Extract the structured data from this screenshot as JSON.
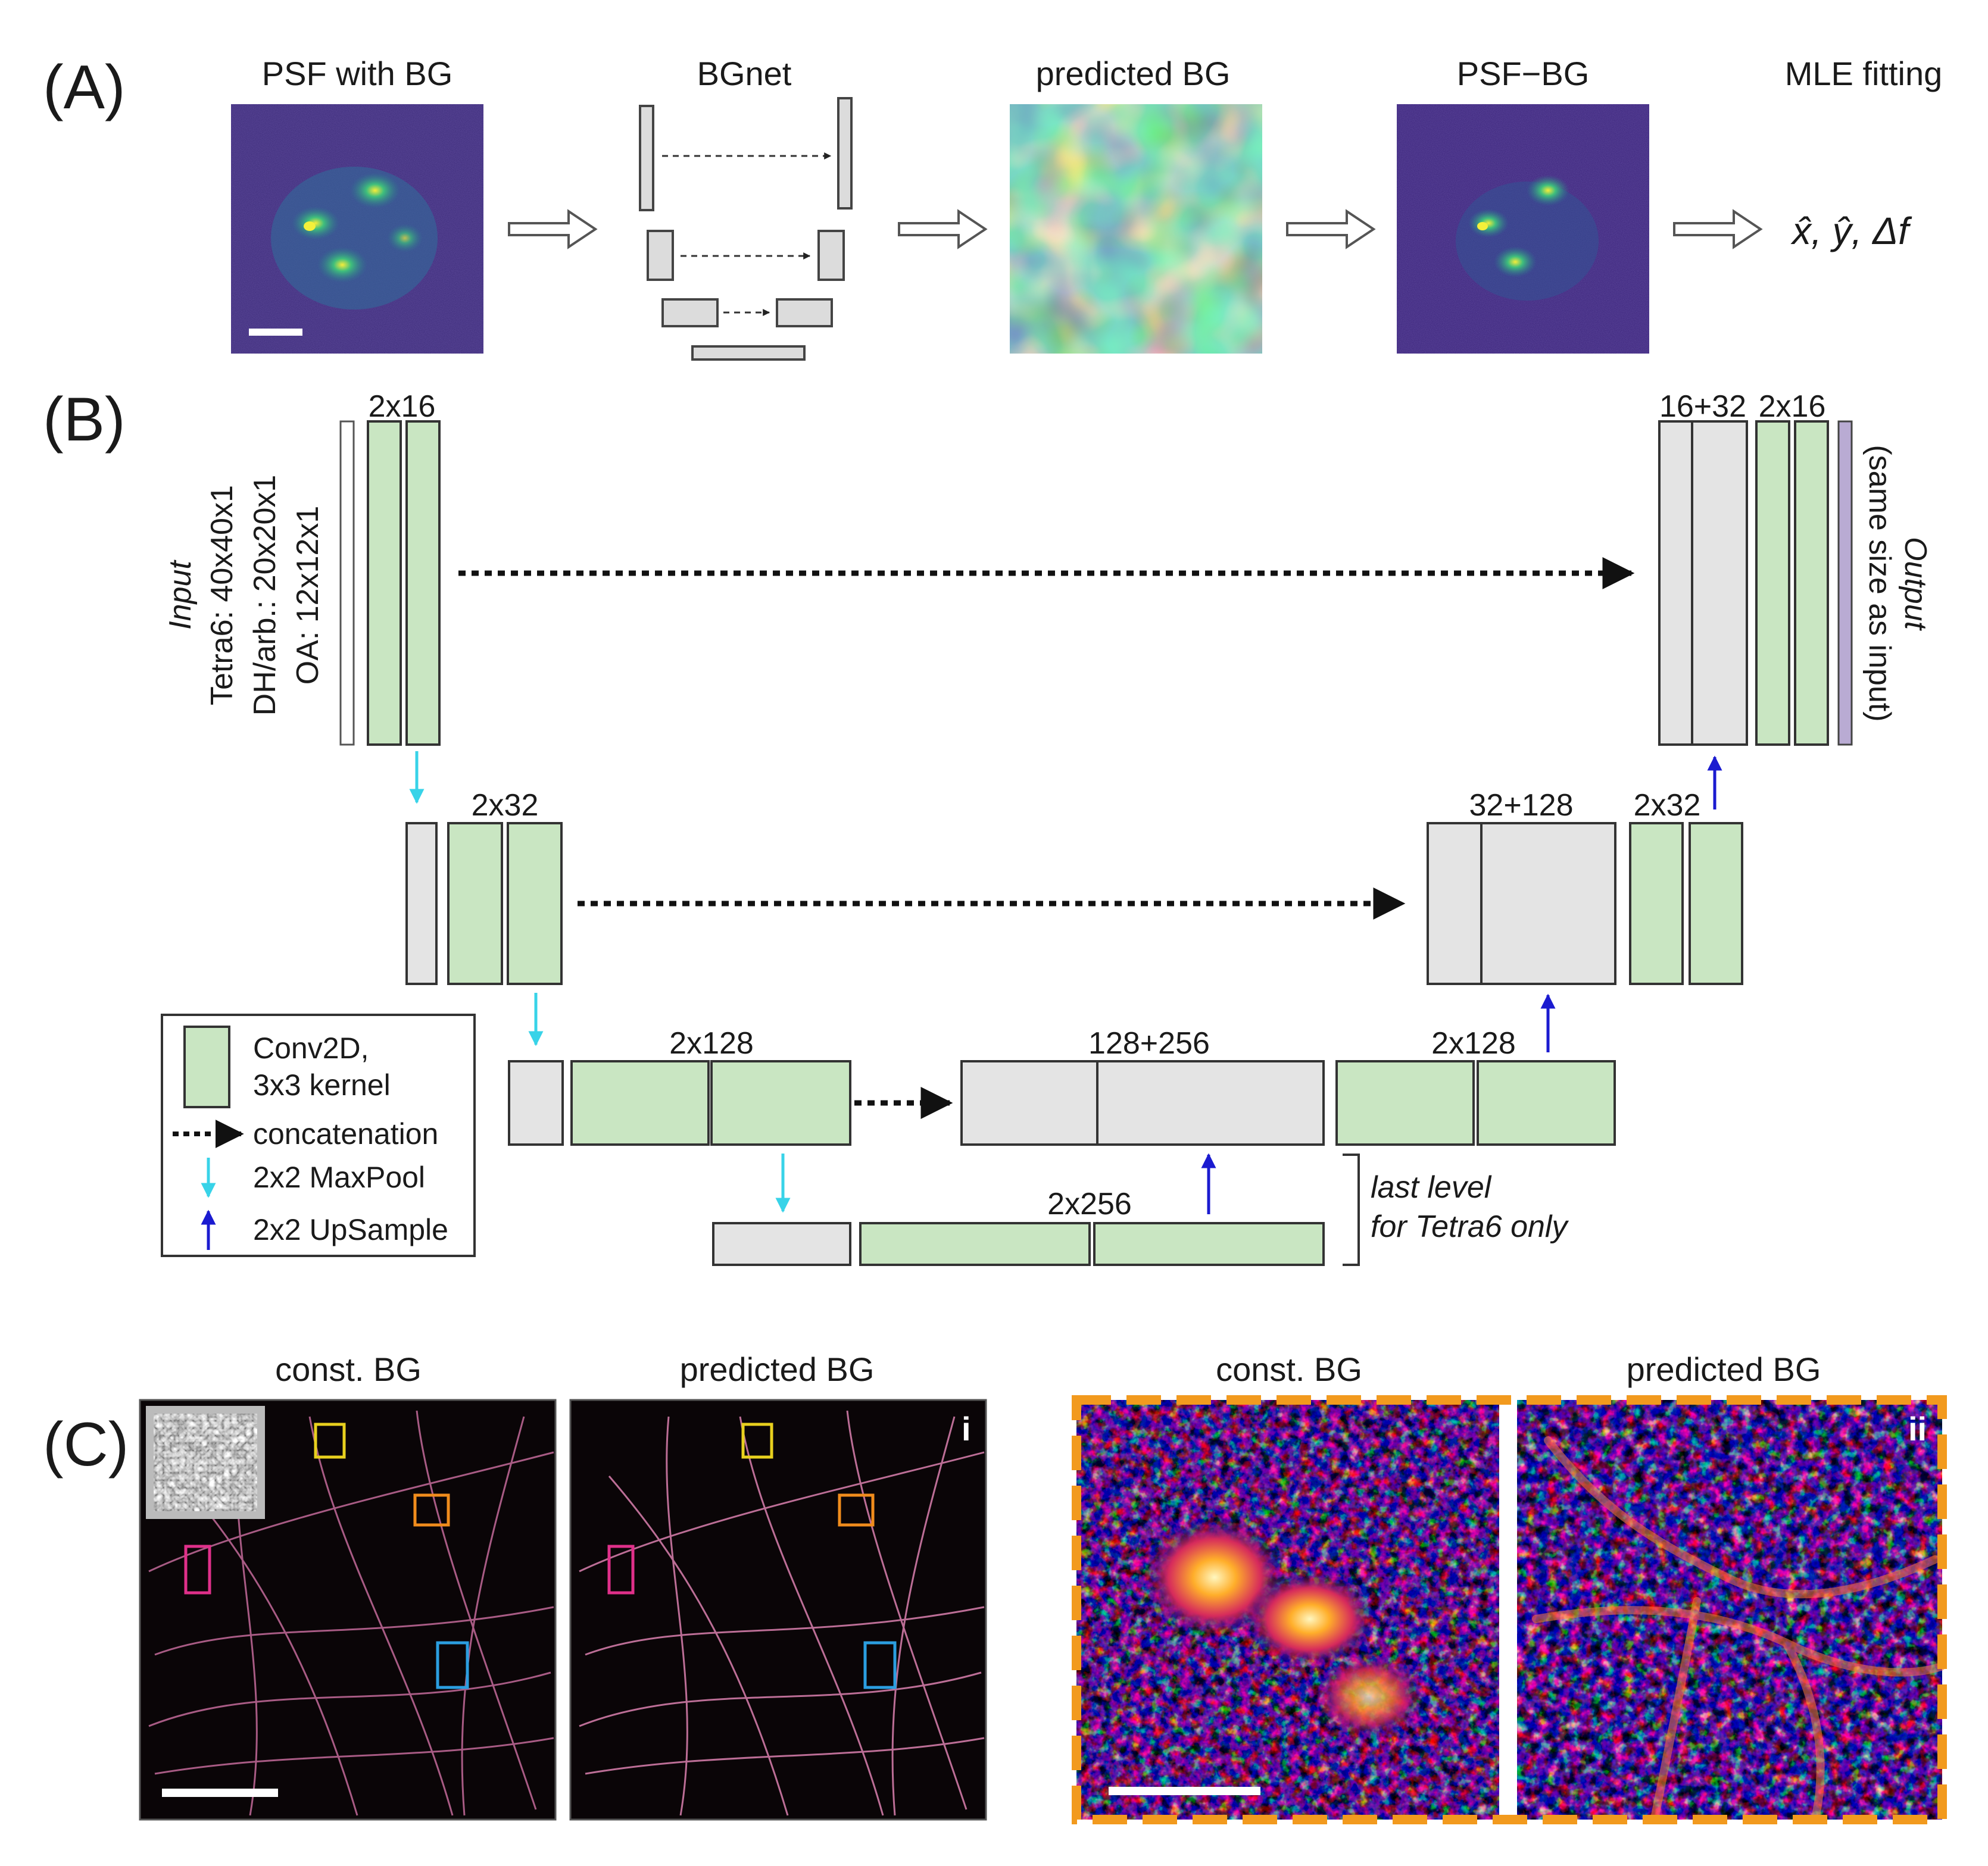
{
  "panel_a": {
    "label": "(A)",
    "titles": {
      "psf_with_bg": "PSF with BG",
      "bgnet": "BGnet",
      "predicted_bg": "predicted BG",
      "psf_minus_bg": "PSF−BG",
      "mle_fitting": "MLE fitting"
    },
    "estimates": "x̂, ŷ, Δf"
  },
  "panel_b": {
    "label": "(B)",
    "input_label": "Input",
    "input_sizes": [
      "Tetra6: 40x40x1",
      "DH/arb.: 20x20x1",
      "OA: 12x12x1"
    ],
    "output_label": "Output",
    "output_note": "(same size as input)",
    "block_labels": {
      "enc1": "2x16",
      "enc2": "2x32",
      "enc3": "2x128",
      "bottom": "2x256",
      "dec3_concat": "128+256",
      "dec3": "2x128",
      "dec2_concat": "32+128",
      "dec2": "2x32",
      "dec1_concat": "16+32",
      "dec1": "2x16"
    },
    "last_level_note": [
      "last level",
      "for Tetra6 only"
    ],
    "legend": {
      "conv_line1": "Conv2D,",
      "conv_line2": "3x3 kernel",
      "concat": "concatenation",
      "maxpool": "2x2 MaxPool",
      "upsample": "2x2 UpSample"
    },
    "colors": {
      "conv": "#c9e6c2",
      "concat_block": "#e4e4e4",
      "output": "#b9abd3",
      "maxpool_arrow": "#38d3e8",
      "upsample_arrow": "#1b1bd0"
    }
  },
  "panel_c": {
    "label": "(C)",
    "titles_i": [
      "const. BG",
      "predicted BG"
    ],
    "marker_i": "i",
    "titles_ii": [
      "const. BG",
      "predicted BG"
    ],
    "marker_ii": "ii",
    "roi_colors": {
      "yellow": "#e8d01e",
      "orange": "#f08c1c",
      "magenta": "#e0308a",
      "blue": "#2b9ee0"
    },
    "zoom_border_color": "#f29a1e"
  }
}
